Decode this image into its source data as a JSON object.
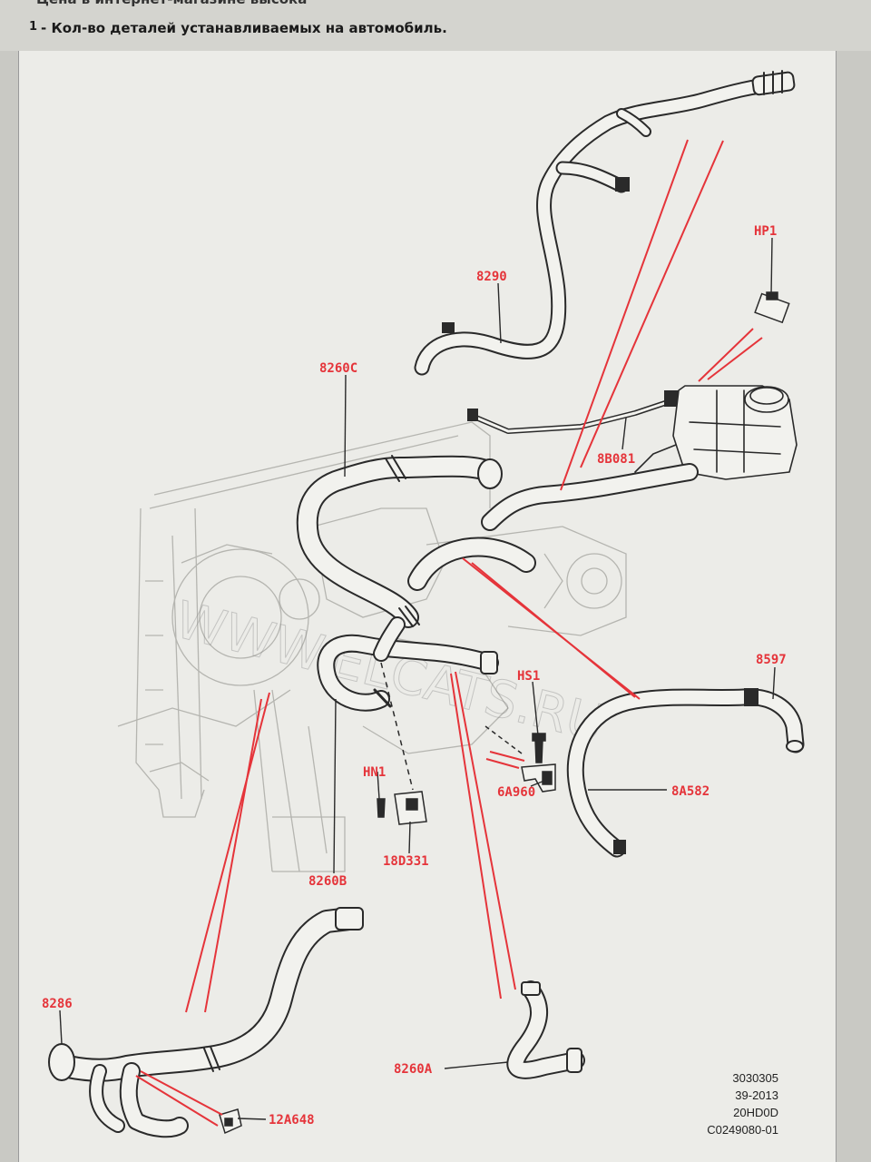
{
  "header": {
    "cut_text": "Цена в интернет-магазине высока",
    "number": "1",
    "text": "- Кол-во деталей устанавливаемых на автомобиль."
  },
  "watermark": "WWW.ELCATS.RU",
  "labels": {
    "l8290": "8290",
    "lHP1": "HP1",
    "l8260C": "8260C",
    "l8B081": "8B081",
    "l8597": "8597",
    "lHS1": "HS1",
    "l6A960": "6A960",
    "l8A582": "8A582",
    "lHN1": "HN1",
    "l18D331": "18D331",
    "l8260B": "8260B",
    "l8286": "8286",
    "l12A648": "12A648",
    "l8260A": "8260A"
  },
  "codes": {
    "c1": "3030305",
    "c2": "39-2013",
    "c3": "20HD0D",
    "c4": "C0249080-01"
  },
  "colors": {
    "label": "#e5343a",
    "leader": "#e5343a",
    "line_art": "#2a2a2a"
  }
}
